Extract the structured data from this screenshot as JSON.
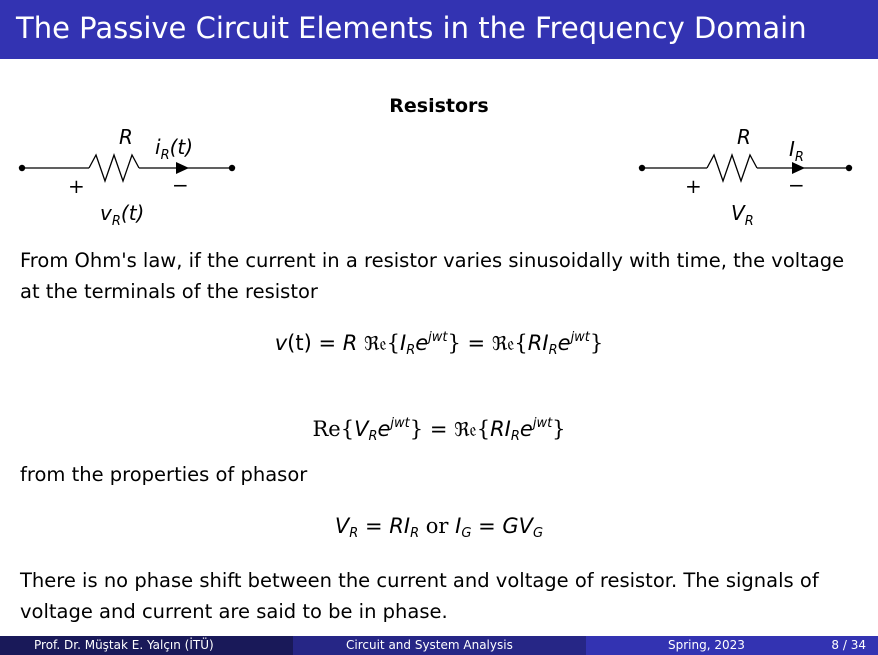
{
  "slide": {
    "title": "The Passive Circuit Elements in the Frequency Domain",
    "heading": "Resistors",
    "circuit_time": {
      "resistor_label": "R",
      "current_label": "i",
      "current_sub": "R",
      "current_arg": "(t)",
      "plus": "+",
      "minus": "−",
      "voltage_label": "v",
      "voltage_sub": "R",
      "voltage_arg": "(t)"
    },
    "circuit_phasor": {
      "resistor_label": "R",
      "current_label": "I",
      "current_sub": "R",
      "plus": "+",
      "minus": "−",
      "voltage_label": "V",
      "voltage_sub": "R"
    },
    "paragraph1": "From Ohm's law, if the current in a resistor varies sinusoidally with time, the voltage at the terminals of the resistor",
    "equation1": {
      "lhs": "v",
      "lhs_arg": "(t) = ",
      "R": "R",
      "re1": "ℜ𝔢",
      "open1": "{",
      "I": "I",
      "I_sub": "R",
      "e": "e",
      "exp": "jwt",
      "close1": "}",
      "eq": " = ",
      "re2": "ℜ𝔢",
      "open2": "{",
      "RI": "RI",
      "RI_sub": "R",
      "e2": "e",
      "exp2": "jwt",
      "close2": "}"
    },
    "equation2": {
      "re1": "Re",
      "open1": "{",
      "V": "V",
      "V_sub": "R",
      "e": "e",
      "exp": "jwt",
      "close1": "}",
      "eq": " = ",
      "re2": "ℜ𝔢",
      "open2": "{",
      "RI": "RI",
      "RI_sub": "R",
      "e2": "e",
      "exp2": "jwt",
      "close2": "}"
    },
    "paragraph2": "from the properties of phasor",
    "equation3": {
      "V": "V",
      "V_sub": "R",
      "eq1": " = ",
      "RI": "RI",
      "RI_sub": "R",
      "or": " or ",
      "I": "I",
      "I_sub": "G",
      "eq2": " = ",
      "GV": "GV",
      "GV_sub": "G"
    },
    "paragraph3": "There is no phase shift between the current and voltage of resistor. The signals of voltage and current are said to be in phase."
  },
  "footer": {
    "author": "Prof. Dr. Müştak E. Yalçın  (İTÜ)",
    "course": "Circuit and System Analysis",
    "date": "Spring, 2023",
    "page": "8 / 34"
  },
  "colors": {
    "title_bar": "#3333b2",
    "footer_dark": "#191959",
    "footer_mid": "#262686",
    "footer_light": "#3333b2"
  }
}
